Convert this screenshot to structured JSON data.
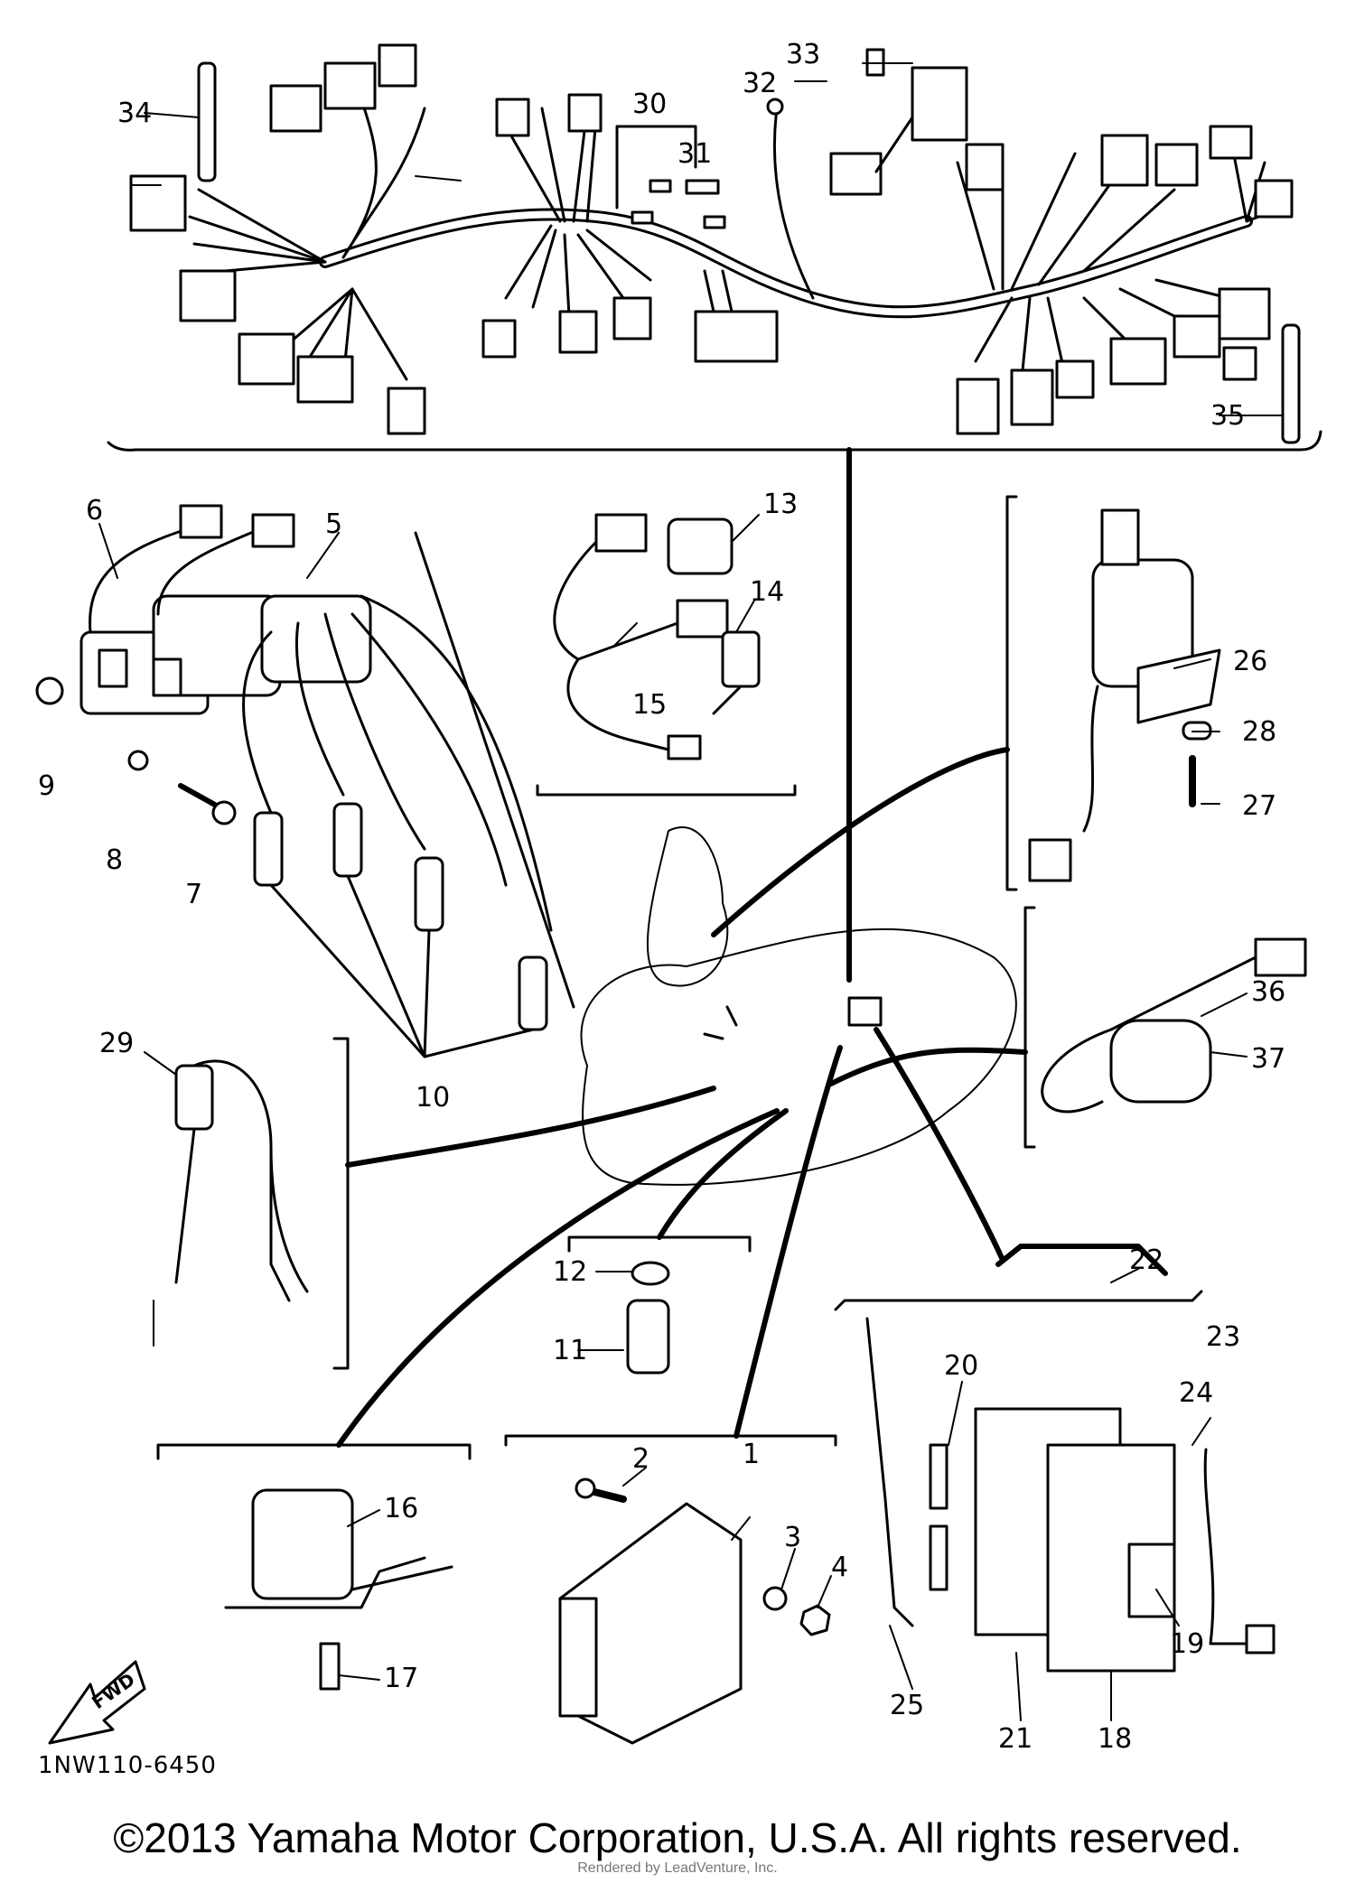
{
  "diagram": {
    "drawing_code": "1NW110-6450",
    "copyright": "©2013 Yamaha Motor Corporation, U.S.A. All rights reserved.",
    "watermark": "Rendered by LeadVenture, Inc.",
    "fwd_label": "FWD",
    "callouts": [
      "1",
      "2",
      "3",
      "4",
      "5",
      "6",
      "7",
      "8",
      "9",
      "10",
      "11",
      "12",
      "13",
      "14",
      "15",
      "16",
      "17",
      "18",
      "19",
      "20",
      "21",
      "22",
      "23",
      "24",
      "25",
      "26",
      "27",
      "28",
      "29",
      "30",
      "31",
      "32",
      "33",
      "34",
      "35",
      "36",
      "37"
    ]
  }
}
